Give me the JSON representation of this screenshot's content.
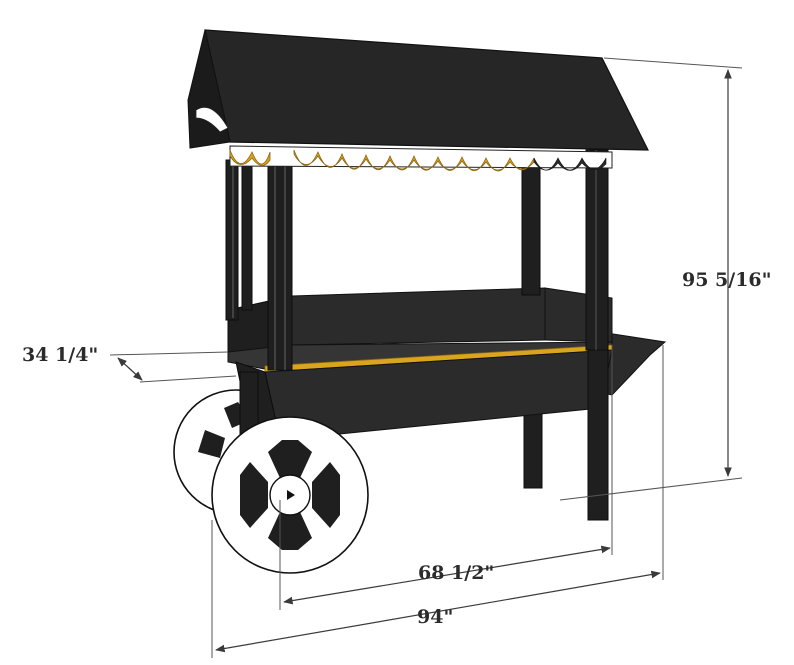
{
  "dimensions": {
    "height": "95 5/16\"",
    "depth": "34 1/4\"",
    "inner_width": "68 1/2\"",
    "overall_width": "94\""
  },
  "colors": {
    "body": "#2b2b2b",
    "trim": "#d9a520",
    "wheel": "#ffffff",
    "background": "#ffffff"
  }
}
